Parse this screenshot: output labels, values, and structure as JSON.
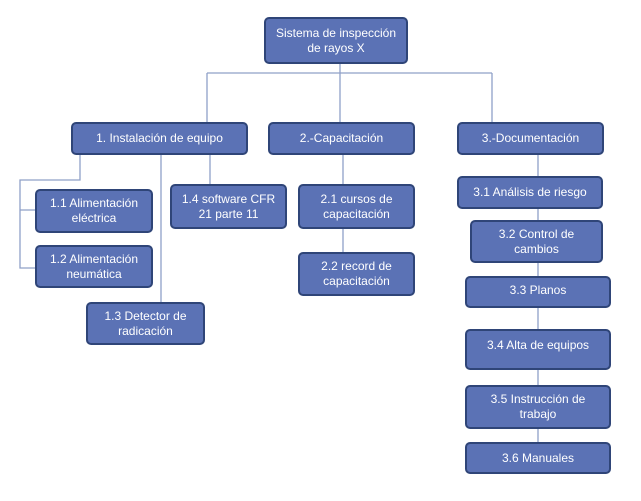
{
  "root": "Sistema de inspección de rayos X",
  "level1": [
    "1. Instalación de equipo",
    "2.-Capacitación",
    "3.-Documentación"
  ],
  "branch1": [
    "1.1 Alimentación eléctrica",
    "1.2 Alimentación neumática",
    "1.3 Detector de radicación",
    "1.4 software CFR 21 parte 11"
  ],
  "branch2": [
    "2.1 cursos de capacitación",
    "2.2 record de capacitación"
  ],
  "branch3": [
    "3.1 Análisis de riesgo",
    "3.2 Control de cambios",
    "3.3 Planos",
    "3.4 Alta de equipos",
    "3.5 Instrucción de trabajo",
    "3.6 Manuales"
  ],
  "colors": {
    "box": "#5b72b5",
    "border": "#2f4578",
    "line": "#8fa0c8"
  }
}
